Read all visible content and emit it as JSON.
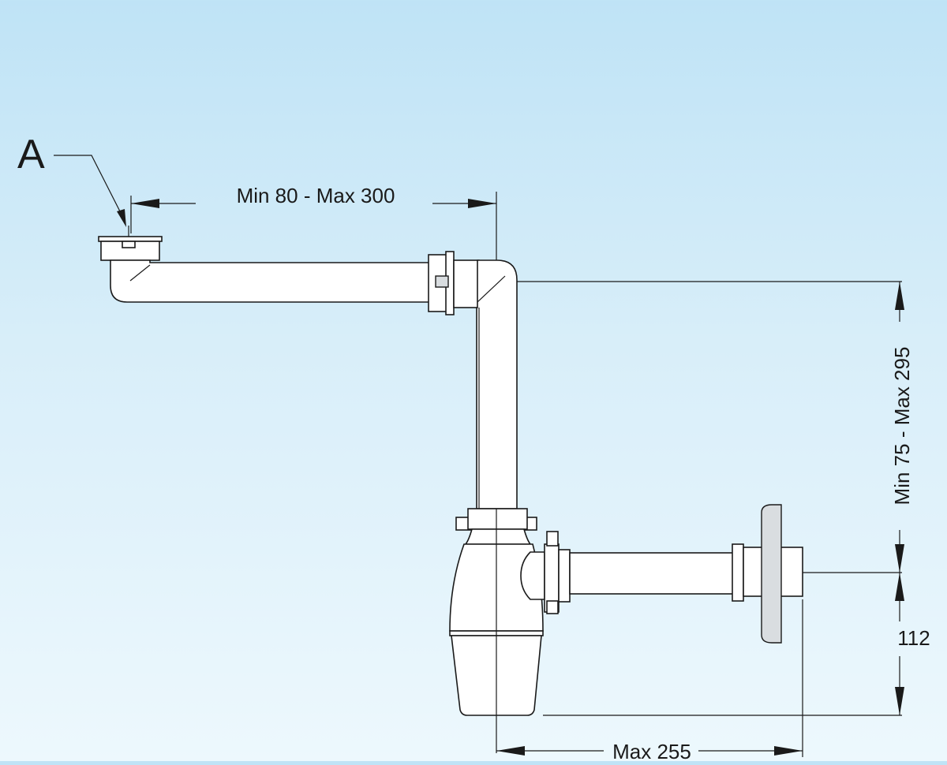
{
  "diagram": {
    "callout_label": "A",
    "dimension_horizontal_top": "Min 80 - Max 300",
    "dimension_vertical_right": "Min 75 - Max 295",
    "dimension_vertical_lower": "112",
    "dimension_horizontal_bottom": "Max 255"
  }
}
